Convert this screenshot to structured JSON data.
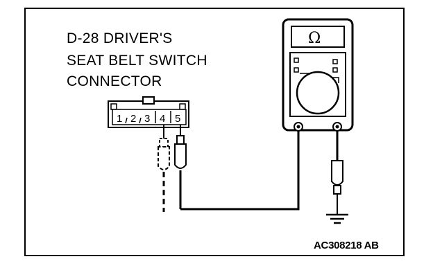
{
  "caption": {
    "line1": "D-28 DRIVER'S",
    "line2": "SEAT BELT SWITCH",
    "line3": "CONNECTOR"
  },
  "connector": {
    "pins": [
      "1",
      "2",
      "3",
      "4",
      "5"
    ]
  },
  "meter": {
    "display_symbol": "Ω"
  },
  "figure_code": "AC308218 AB",
  "colors": {
    "line": "#000000",
    "background": "#ffffff"
  }
}
